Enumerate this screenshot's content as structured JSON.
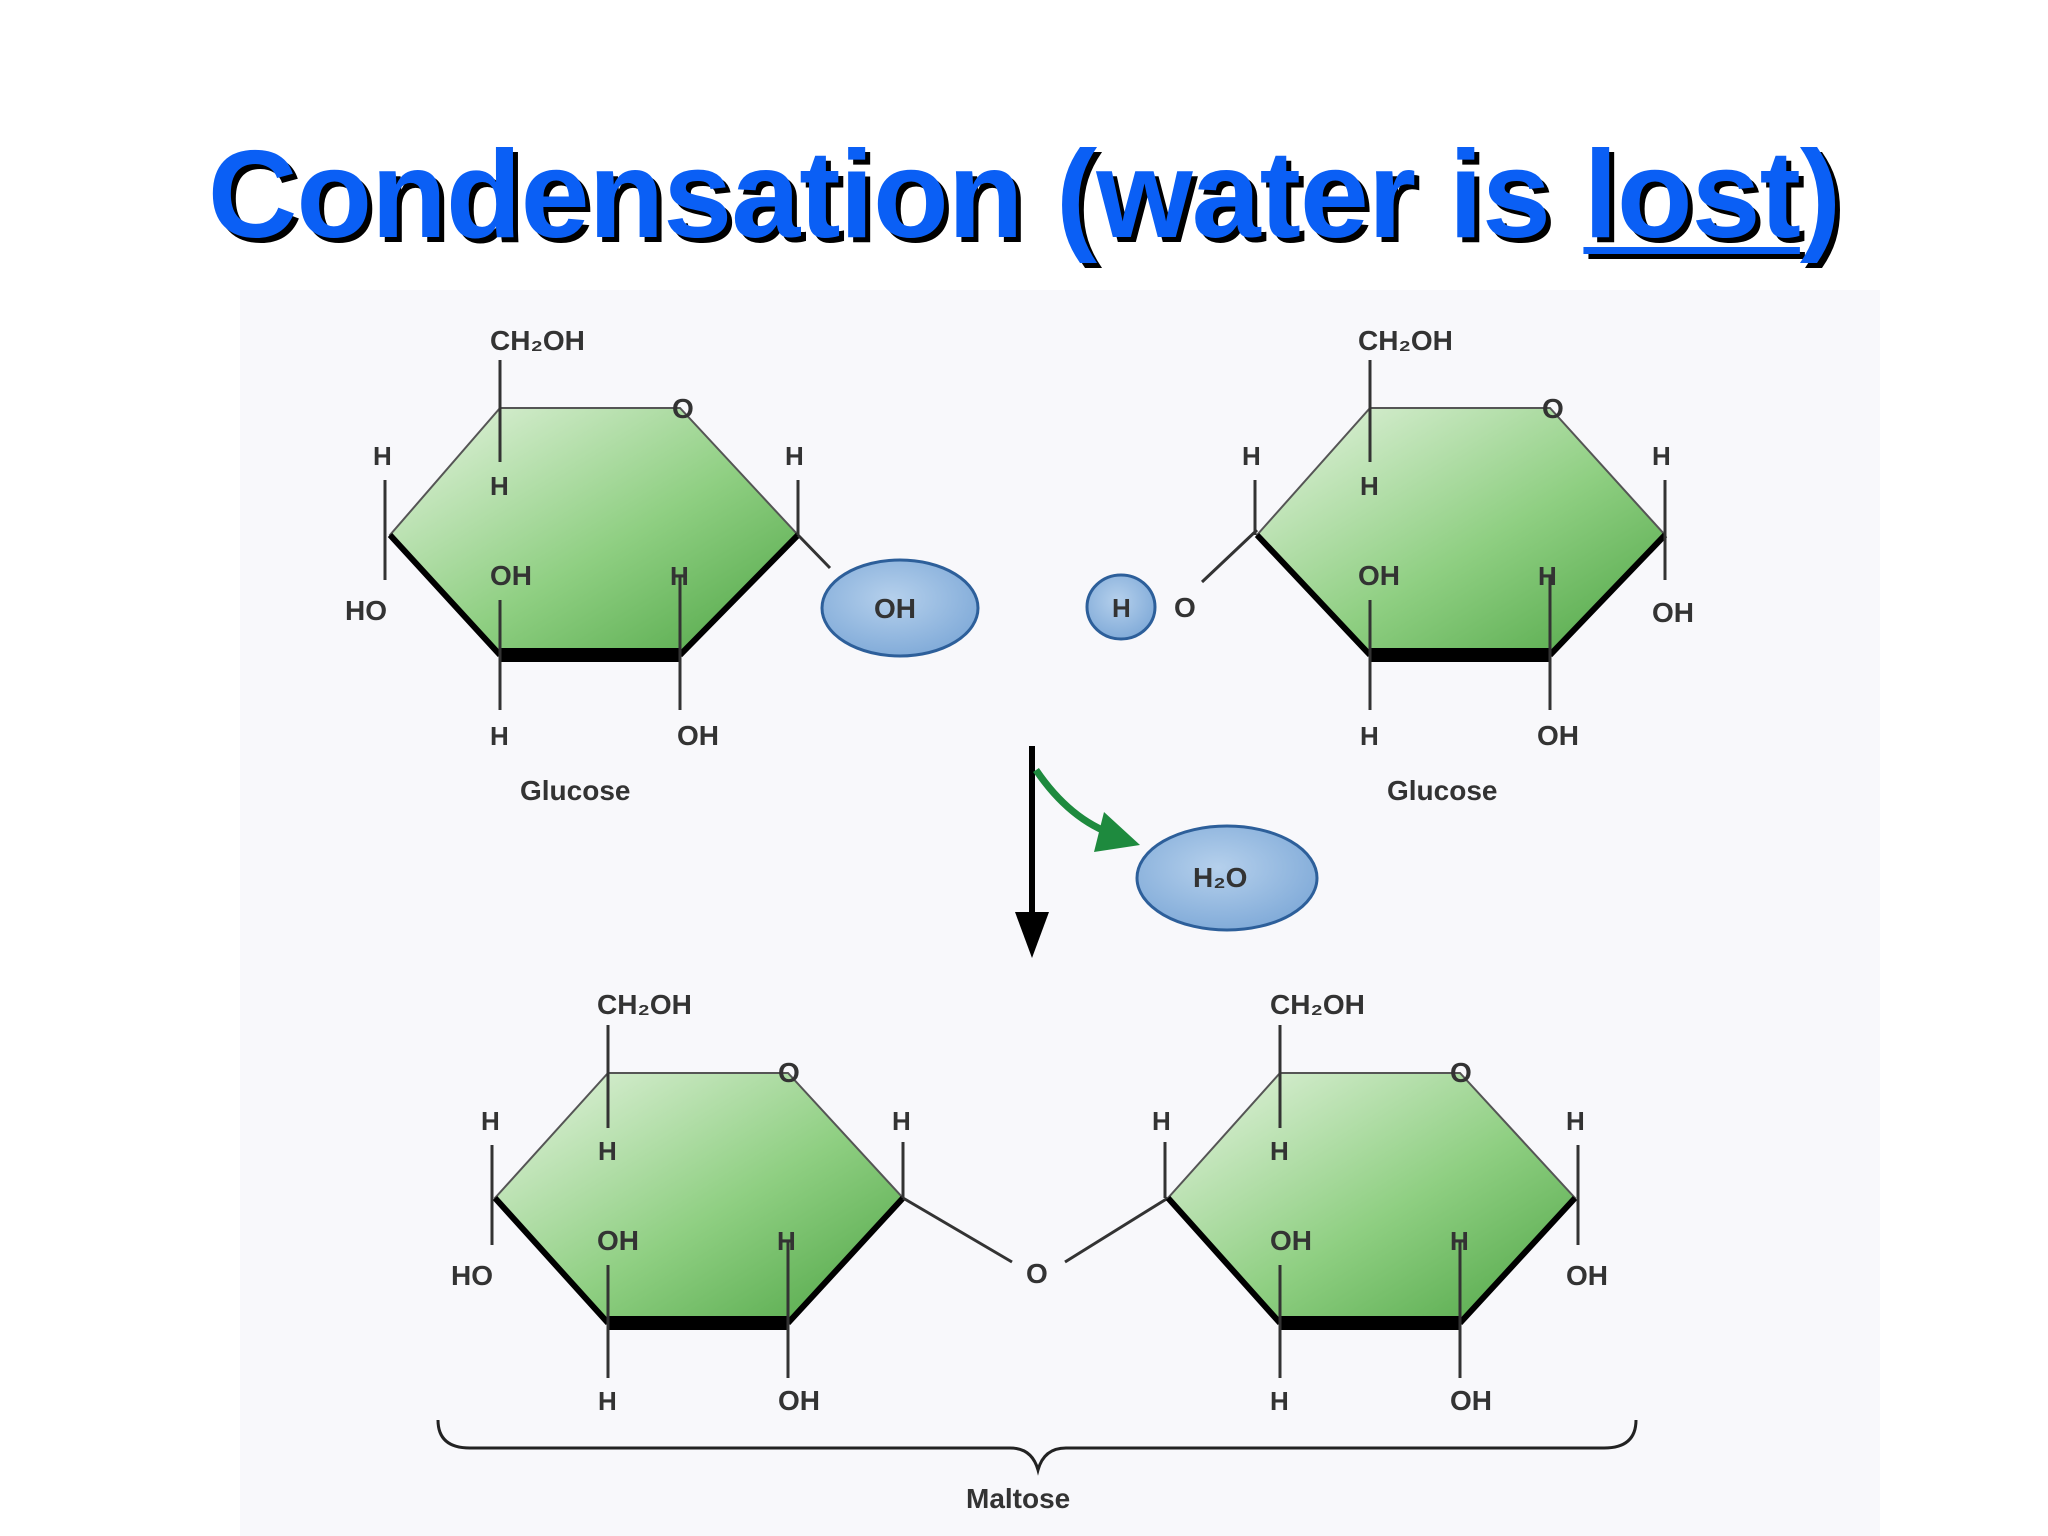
{
  "title": {
    "before": "Condensation (water is ",
    "underlined": "lost",
    "after": ")"
  },
  "colors": {
    "title": "#0a5ff5",
    "ring": "#6abf5e",
    "ellipse": "#8fb4dc",
    "arrow_green": "#1e8a3e"
  },
  "top": {
    "left_glucose": {
      "ch2oh": "CH₂OH",
      "o": "O",
      "h_left": "H",
      "h_c5": "H",
      "ho": "HO",
      "oh_c4": "OH",
      "h_c3": "H",
      "h_right": "H",
      "h_c4_down": "H",
      "oh_c3_down": "OH",
      "label": "Glucose"
    },
    "oh_bubble": "OH",
    "h_bubble": "H",
    "o_bridge": "O",
    "right_glucose": {
      "ch2oh": "CH₂OH",
      "o": "O",
      "h_left": "H",
      "h_c5": "H",
      "oh_c4": "OH",
      "h_c3": "H",
      "h_right": "H",
      "oh_right": "OH",
      "h_c4_down": "H",
      "oh_c3_down": "OH",
      "label": "Glucose"
    }
  },
  "water": "H₂O",
  "bottom": {
    "left_ring": {
      "ch2oh": "CH₂OH",
      "o": "O",
      "h_left": "H",
      "h_c5": "H",
      "ho": "HO",
      "oh_c4": "OH",
      "h_c3": "H",
      "h_right": "H",
      "h_c4_down": "H",
      "oh_c3_down": "OH"
    },
    "bridge_o": "O",
    "right_ring": {
      "ch2oh": "CH₂OH",
      "o": "O",
      "h_left": "H",
      "h_c5": "H",
      "oh_c4": "OH",
      "h_c3": "H",
      "h_right": "H",
      "oh_right": "OH",
      "h_c4_down": "H",
      "oh_c3_down": "OH"
    },
    "label": "Maltose"
  }
}
